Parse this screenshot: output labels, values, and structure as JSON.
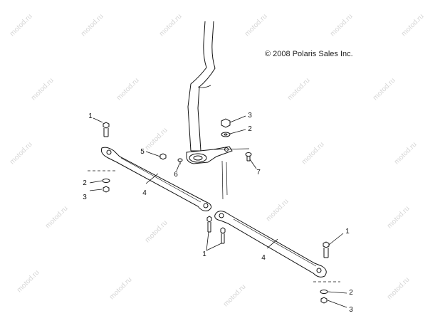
{
  "copyright": "© 2008 Polaris Sales Inc.",
  "watermark": "motod.ru",
  "callouts": [
    {
      "id": "c1a",
      "label": "1"
    },
    {
      "id": "c5",
      "label": "5"
    },
    {
      "id": "c3a",
      "label": "3"
    },
    {
      "id": "c2a",
      "label": "2"
    },
    {
      "id": "c6",
      "label": "6"
    },
    {
      "id": "c7",
      "label": "7"
    },
    {
      "id": "c2b",
      "label": "2"
    },
    {
      "id": "c4a",
      "label": "4"
    },
    {
      "id": "c3b",
      "label": "3"
    },
    {
      "id": "c1b",
      "label": "1"
    },
    {
      "id": "c1c",
      "label": "1"
    },
    {
      "id": "c4b",
      "label": "4"
    },
    {
      "id": "c2c",
      "label": "2"
    },
    {
      "id": "c3c",
      "label": "3"
    }
  ]
}
